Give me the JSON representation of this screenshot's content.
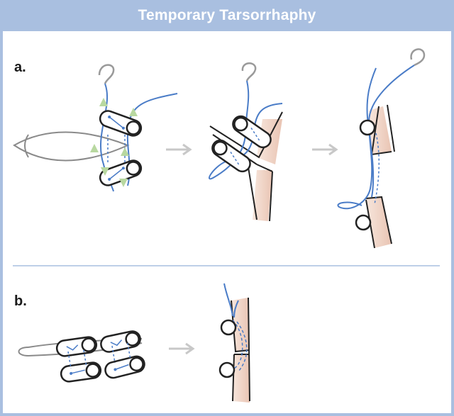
{
  "header": {
    "title": "Temporary Tarsorrhaphy"
  },
  "panels": [
    {
      "label": "a."
    },
    {
      "label": "b."
    }
  ],
  "colors": {
    "header_bg": "#a9bfe0",
    "suture": "#4a7cc7",
    "outline": "#222222",
    "lid_outline": "#8a8a8a",
    "arrow_grey": "#c8c8c8",
    "arrow_green": "#b8d8a0",
    "tissue": "#f4dcd0",
    "divider": "#a9bfe0"
  },
  "icons": [
    "arrow-right-icon",
    "needle-icon",
    "bolster-icon",
    "eye-icon"
  ]
}
